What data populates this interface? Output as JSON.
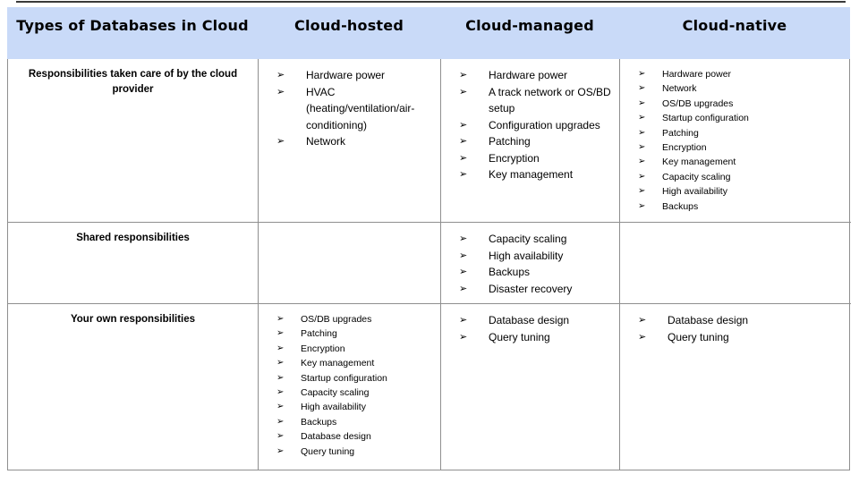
{
  "colors": {
    "header_bg": "#c9daf8",
    "table_border": "#8f8f8f",
    "top_line": "#3a3a3a",
    "text": "#000000"
  },
  "bullet": "➢",
  "header": {
    "title": "Types of Databases in Cloud",
    "columns": [
      "Cloud-hosted",
      "Cloud-managed",
      "Cloud-native"
    ]
  },
  "rows": [
    {
      "label": "Responsibilities taken care of by the cloud provider",
      "cells": [
        {
          "items": [
            "Hardware power",
            "HVAC (heating/ventilation/air-conditioning)",
            "Network"
          ]
        },
        {
          "items": [
            "Hardware power",
            "A track network or OS/BD setup",
            "Configuration upgrades",
            "Patching",
            "Encryption",
            "Key management"
          ]
        },
        {
          "items": [
            "Hardware power",
            "Network",
            "OS/DB upgrades",
            "Startup configuration",
            "Patching",
            "Encryption",
            "Key management",
            "Capacity scaling",
            "High availability",
            "Backups"
          ]
        }
      ]
    },
    {
      "label": "Shared responsibilities",
      "cells": [
        {
          "items": []
        },
        {
          "items": [
            "Capacity scaling",
            "High availability",
            "Backups",
            "Disaster recovery"
          ]
        },
        {
          "items": []
        }
      ]
    },
    {
      "label": "Your own responsibilities",
      "cells": [
        {
          "items": [
            "OS/DB upgrades",
            "Patching",
            "Encryption",
            "Key management",
            "Startup configuration",
            "Capacity scaling",
            "High availability",
            "Backups",
            "Database design",
            "Query tuning"
          ]
        },
        {
          "items": [
            "Database design",
            "Query tuning"
          ]
        },
        {
          "items": [
            "Database design",
            "Query tuning"
          ]
        }
      ]
    }
  ]
}
